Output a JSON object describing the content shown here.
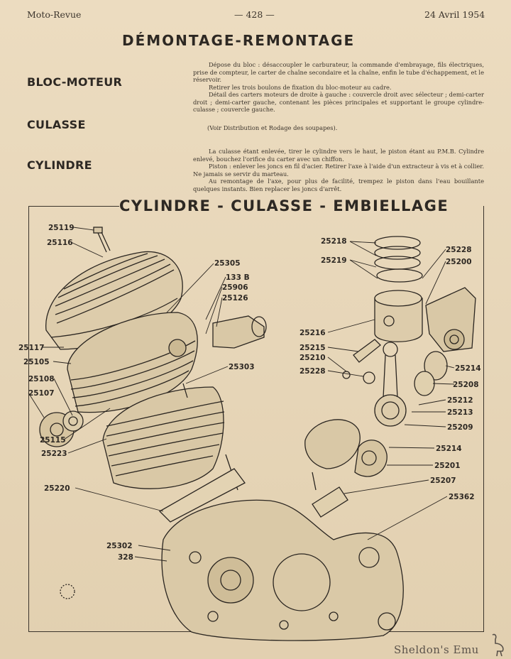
{
  "header": {
    "left": "Moto-Revue",
    "center": "— 428 —",
    "right": "24 Avril 1954"
  },
  "title": "DÉMONTAGE-REMONTAGE",
  "sections": [
    {
      "label": "BLOC-MOTEUR",
      "paragraphs": [
        "Dépose du bloc : désaccoupler le carburateur, la commande d'embrayage, fils électriques, prise de compteur, le carter de chaîne secondaire et la chaîne, enfin le tube d'échappement, et le réservoir.",
        "Retirer les trois boulons de fixation du bloc-moteur au cadre.",
        "Détail des carters moteurs de droite à gauche : couvercle droit avec sélecteur ; demi-carter droit ; demi-carter gauche, contenant les pièces principales et supportant le groupe cylindre-culasse ; couvercle gauche."
      ]
    },
    {
      "label": "CULASSE",
      "paragraphs": [
        "(Voir Distribution et Rodage des soupapes)."
      ]
    },
    {
      "label": "CYLINDRE",
      "paragraphs": [
        "La culasse étant enlevée, tirer le cylindre vers le haut, le piston étant au P.M.B. Cylindre enlevé, bouchez l'orifice du carter avec un chiffon.",
        "Piston : enlever les joncs en fil d'acier. Retirer l'axe à l'aide d'un extracteur à vis et à collier. Ne jamais se servir du marteau.",
        "Au remontage de l'axe, pour plus de facilité, trempez le piston dans l'eau bouillante quelques instants. Bien replacer les joncs d'arrêt."
      ]
    }
  ],
  "diagram": {
    "title": "CYLINDRE - CULASSE - EMBIELLAGE",
    "labels_left": [
      "25119",
      "25116",
      "25117",
      "25105",
      "25108",
      "25107",
      "25115",
      "25223",
      "25220",
      "25302",
      "328"
    ],
    "labels_center": [
      "25305",
      "133 B",
      "25906",
      "25126",
      "25303"
    ],
    "labels_right": [
      "25218",
      "25228",
      "25219",
      "25200",
      "25216",
      "25215",
      "25210",
      "25228",
      "25214",
      "25208",
      "25212",
      "25213",
      "25209",
      "25214",
      "25201",
      "25207",
      "25362"
    ]
  },
  "watermark": "Sheldon's Emu"
}
